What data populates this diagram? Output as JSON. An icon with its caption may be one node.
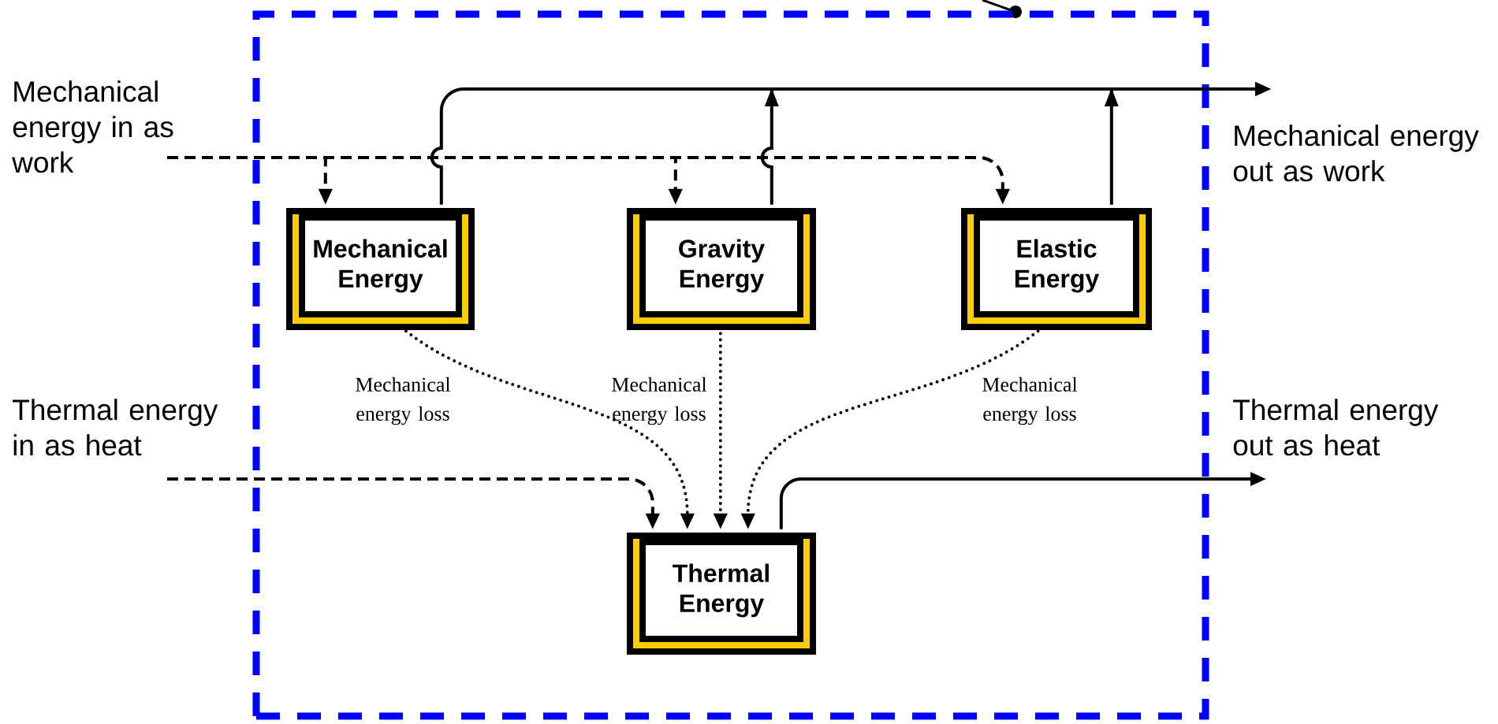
{
  "diagram": {
    "nodes": [
      {
        "text": [],
        "shape": "box"
      },
      {
        "text": [
          "Mechanical Energy"
        ],
        "in": 0
      },
      {
        "text": [
          "Gravity Energy"
        ],
        "in": 0
      },
      {
        "text": [
          "Elastic Energy"
        ],
        "in": 0
      },
      {
        "text": [
          "Thermal Energy"
        ],
        "in": 0
      },
      {
        "text": [
          "Mechanical energy in as work"
        ]
      },
      {
        "text": [
          "Mechanical energy out as work"
        ]
      },
      {
        "text": [
          "Thermal energy in as heat"
        ]
      },
      {
        "text": [
          "Thermal energy out as heat"
        ]
      }
    ],
    "edges": [
      {
        "from": 5,
        "to": 1,
        "arrow": "to",
        "style": "dashed"
      },
      {
        "from": 5,
        "to": 2,
        "arrow": "to",
        "style": "dashed"
      },
      {
        "from": 5,
        "to": 3,
        "arrow": "to",
        "style": "dashed"
      },
      {
        "from": 1,
        "to": 6,
        "arrow": "to"
      },
      {
        "from": 2,
        "to": 6,
        "arrow": "to"
      },
      {
        "from": 3,
        "to": 6,
        "arrow": "to"
      },
      {
        "from": 7,
        "to": 4,
        "arrow": "to",
        "style": "dashed"
      },
      {
        "from": 1,
        "to": 4,
        "arrow": "to",
        "style": "dashed",
        "label": "Mechanical energy loss"
      },
      {
        "from": 2,
        "to": 4,
        "arrow": "to",
        "style": "dashed",
        "label": "Mechanical energy loss"
      },
      {
        "from": 3,
        "to": 4,
        "arrow": "to",
        "style": "dashed",
        "label": "Mechanical energy loss"
      },
      {
        "from": 4,
        "to": 8,
        "arrow": "to"
      }
    ]
  }
}
